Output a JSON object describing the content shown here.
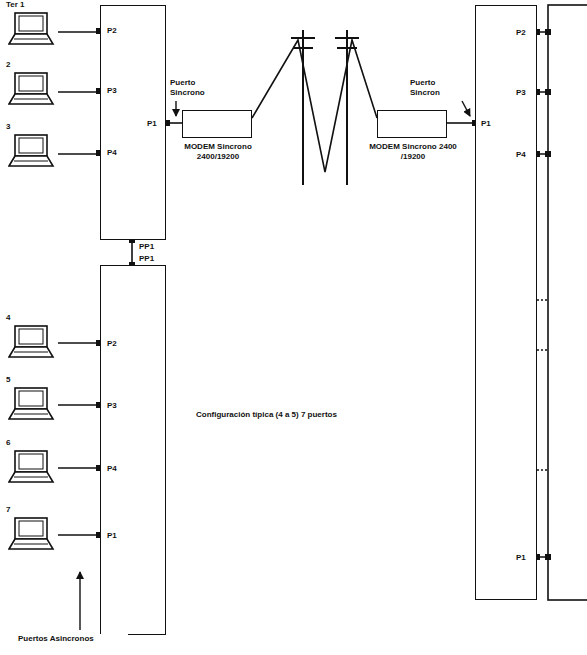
{
  "diagram": {
    "caption": "Configuración típica (4 a 5) 7 puertos",
    "nodes": [
      {
        "text": [
          "P2",
          "P3",
          "P4",
          "P1",
          "PP1"
        ]
      },
      {
        "text": [
          "PP1",
          "P2",
          "P3",
          "P4",
          "P1"
        ]
      },
      {
        "text": [
          "MODEM Sincrono 2400/19200"
        ]
      },
      {
        "text": [
          "MODEM Sincrono 2400 /19200"
        ]
      },
      {
        "text": [
          "P1",
          "P2",
          "P3",
          "P4",
          "P1"
        ]
      },
      {
        "text": [
          "Ter 1"
        ]
      },
      {
        "text": [
          "2"
        ]
      },
      {
        "text": [
          "3"
        ]
      },
      {
        "text": [
          "4"
        ]
      },
      {
        "text": [
          "5"
        ]
      },
      {
        "text": [
          "6"
        ]
      },
      {
        "text": [
          "7"
        ]
      }
    ],
    "edges": [
      {
        "from": 5,
        "to": 0,
        "arrow": "none"
      },
      {
        "from": 6,
        "to": 0,
        "arrow": "none"
      },
      {
        "from": 7,
        "to": 0,
        "arrow": "none"
      },
      {
        "from": 0,
        "to": 1,
        "arrow": "none"
      },
      {
        "from": 8,
        "to": 1,
        "arrow": "none"
      },
      {
        "from": 9,
        "to": 1,
        "arrow": "none"
      },
      {
        "from": 10,
        "to": 1,
        "arrow": "none"
      },
      {
        "from": 11,
        "to": 1,
        "arrow": "none"
      },
      {
        "from": 0,
        "to": 2,
        "arrow": "none"
      },
      {
        "from": 2,
        "to": 3,
        "arrow": "none"
      },
      {
        "from": 3,
        "to": 4,
        "arrow": "none"
      }
    ],
    "labels": [
      "Puerto Sincrono",
      "Puerto Sincron",
      "Puertos Asincronos"
    ]
  }
}
